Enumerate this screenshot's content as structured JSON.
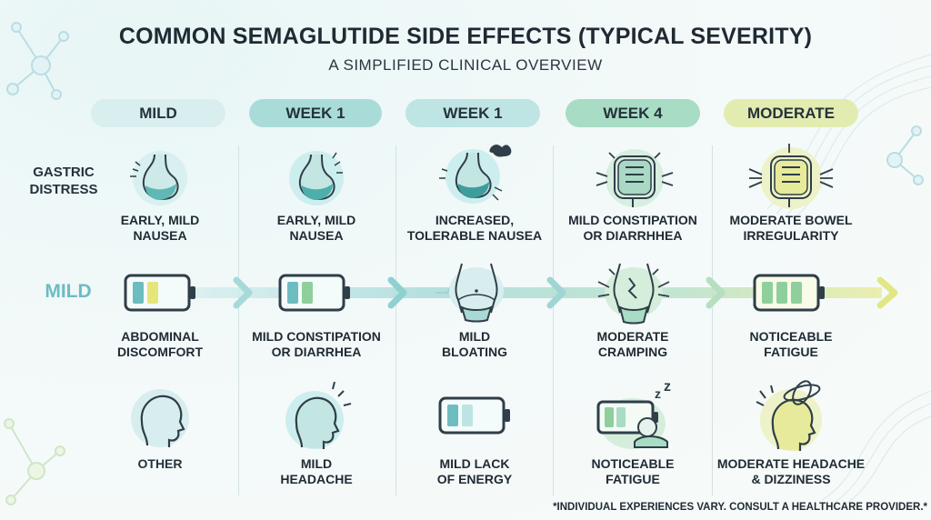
{
  "title": "COMMON SEMAGLUTIDE SIDE EFFECTS (TYPICAL SEVERITY)",
  "subtitle": "A SIMPLIFIED CLINICAL OVERVIEW",
  "headers": [
    "MILD",
    "WEEK 1",
    "WEEK 1",
    "WEEK 4",
    "MODERATE"
  ],
  "row_labels": {
    "gastric": "GASTRIC\nDISTRESS",
    "mild": "MILD",
    "other": "OTHER"
  },
  "row1_captions": [
    "EARLY, MILD\nNAUSEA",
    "EARLY, MILD\nNAUSEA",
    "INCREASED,\nTOLERABLE NAUSEA",
    "MILD CONSTIPATION\nOR DIARRHHEA",
    "MODERATE BOWEL\nIRREGULARITY"
  ],
  "row2_captions": [
    "ABDOMINAL\nDISCOMFORT",
    "MILD CONSTIPATION\nOR DIARRHEA",
    "MILD\nBLOATING",
    "MODERATE\nCRAMPING",
    "NOTICEABLE\nFATIGUE"
  ],
  "row3_captions": [
    "MILD\nHEADACHE",
    "MILD LACK\nOF ENERGY",
    "NOTICEABLE\nFATIGUE",
    "MODERATE HEADACHE\n& DIZZINESS"
  ],
  "footnote": "*INDIVIDUAL EXPERIENCES VARY. CONSULT A HEALTHCARE PROVIDER.*",
  "colors": {
    "header_fills": [
      "#d9eeee",
      "#a9dcd9",
      "#bfe4e4",
      "#a8dcc4",
      "#e2ecb0"
    ],
    "accent_teal": "#3a8f97",
    "accent_yellow": "#e8ea7a",
    "mild_label": "#6cbcc4"
  },
  "icons": {
    "row1": [
      "stomach-icon",
      "stomach-icon",
      "stomach-distress-icon",
      "intestines-icon",
      "intestines-icon"
    ],
    "row2": [
      "battery-icon",
      "battery-icon",
      "torso-bloating-icon",
      "torso-cramping-icon",
      "battery-icon"
    ],
    "row3": [
      "head-icon",
      "head-ache-icon",
      "battery-low-icon",
      "sleeping-battery-icon",
      "head-dizzy-icon"
    ]
  }
}
